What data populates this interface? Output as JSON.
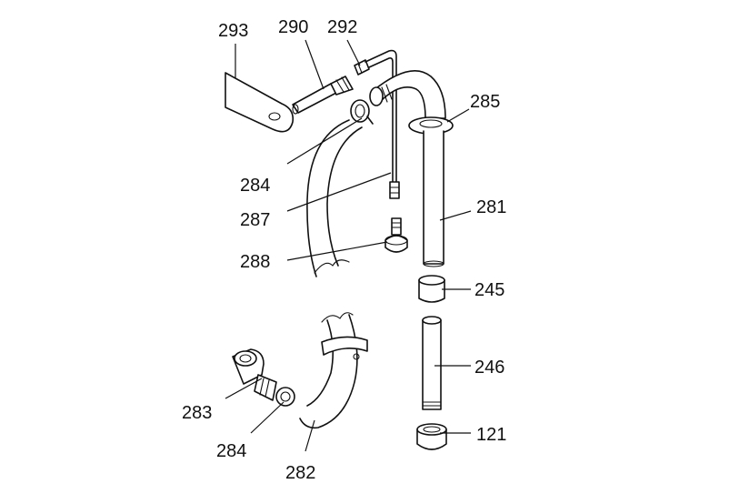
{
  "diagram": {
    "callouts": [
      {
        "id": "293",
        "label": "293"
      },
      {
        "id": "290",
        "label": "290"
      },
      {
        "id": "292",
        "label": "292"
      },
      {
        "id": "285",
        "label": "285"
      },
      {
        "id": "284a",
        "label": "284"
      },
      {
        "id": "281",
        "label": "281"
      },
      {
        "id": "287",
        "label": "287"
      },
      {
        "id": "288",
        "label": "288"
      },
      {
        "id": "245",
        "label": "245"
      },
      {
        "id": "246",
        "label": "246"
      },
      {
        "id": "283",
        "label": "283"
      },
      {
        "id": "121",
        "label": "121"
      },
      {
        "id": "284b",
        "label": "284"
      },
      {
        "id": "282",
        "label": "282"
      }
    ]
  }
}
